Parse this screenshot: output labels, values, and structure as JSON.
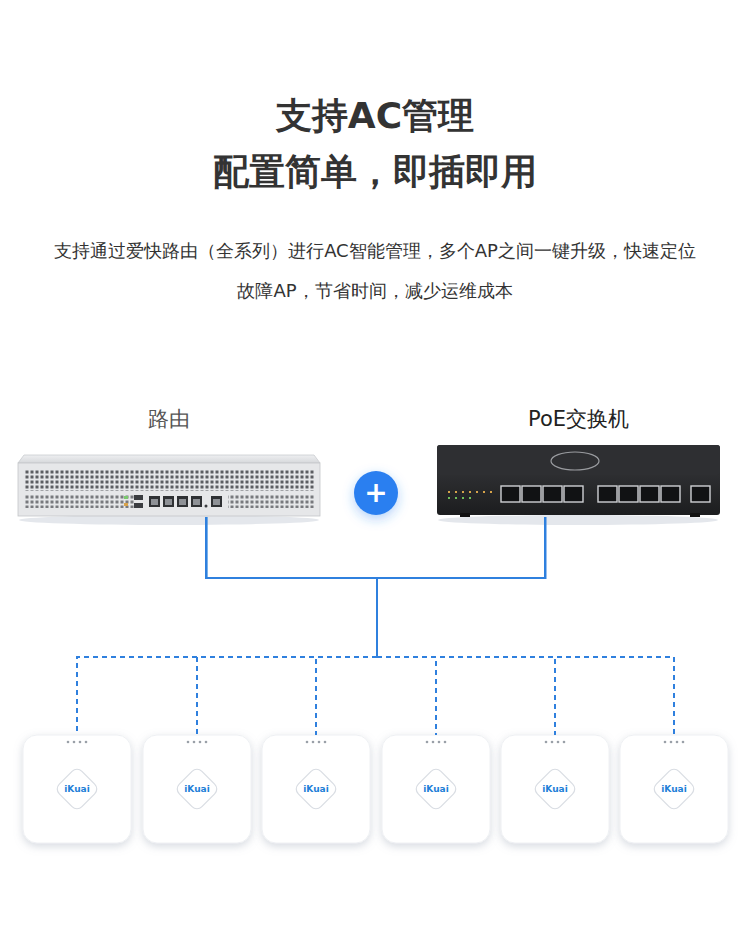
{
  "diagram": {
    "title": "支持AC管理",
    "nodes": [
      {
        "text": [
          "路由"
        ]
      },
      {
        "text": [
          "PoE交换机"
        ]
      },
      {
        "text": [
          "iKuai"
        ]
      },
      {
        "text": [
          "iKuai"
        ]
      },
      {
        "text": [
          "iKuai"
        ]
      },
      {
        "text": [
          "iKuai"
        ]
      },
      {
        "text": [
          "iKuai"
        ]
      },
      {
        "text": [
          "iKuai"
        ]
      }
    ],
    "edges": [
      {
        "from": 0,
        "to": 2,
        "arrow": "none"
      },
      {
        "from": 0,
        "to": 3,
        "arrow": "none"
      },
      {
        "from": 0,
        "to": 4,
        "arrow": "none"
      },
      {
        "from": 0,
        "to": 5,
        "arrow": "none"
      },
      {
        "from": 0,
        "to": 6,
        "arrow": "none"
      },
      {
        "from": 0,
        "to": 7,
        "arrow": "none"
      },
      {
        "from": 1,
        "to": 2,
        "arrow": "none"
      },
      {
        "from": 1,
        "to": 3,
        "arrow": "none"
      },
      {
        "from": 1,
        "to": 4,
        "arrow": "none"
      },
      {
        "from": 1,
        "to": 5,
        "arrow": "none"
      },
      {
        "from": 1,
        "to": 6,
        "arrow": "none"
      },
      {
        "from": 1,
        "to": 7,
        "arrow": "none"
      }
    ],
    "labels": [
      "配置简单，即插即用",
      "支持通过爱快路由（全系列）进行AC智能管理，多个AP之间一键升级，快速定位故障AP，节省时间，减少运维成本",
      "+"
    ]
  }
}
